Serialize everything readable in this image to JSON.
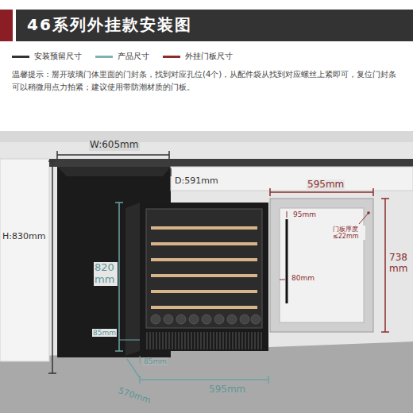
{
  "diagram": {
    "title": "46系列外挂款安装图",
    "labels": [
      "W:605mm",
      "D:591mm",
      "H:830mm",
      "820 mm",
      "85mm",
      "85mm",
      "570mm",
      "595mm",
      "595mm",
      "95mm",
      "门板厚度 ≤22mm",
      "80mm",
      "738 mm",
      "温馨提示：掰开玻璃门体里面的门封条，找到对应孔位(4个)，从配件袋从找到对应螺丝上紧即可，复位门封条可以稍微用点力拍紧；建议使用带防潮材质的门板。"
    ],
    "legend": [
      {
        "text": "安装预留尺寸"
      },
      {
        "text": "产品尺寸"
      },
      {
        "text": "外挂门板尺寸"
      }
    ]
  }
}
